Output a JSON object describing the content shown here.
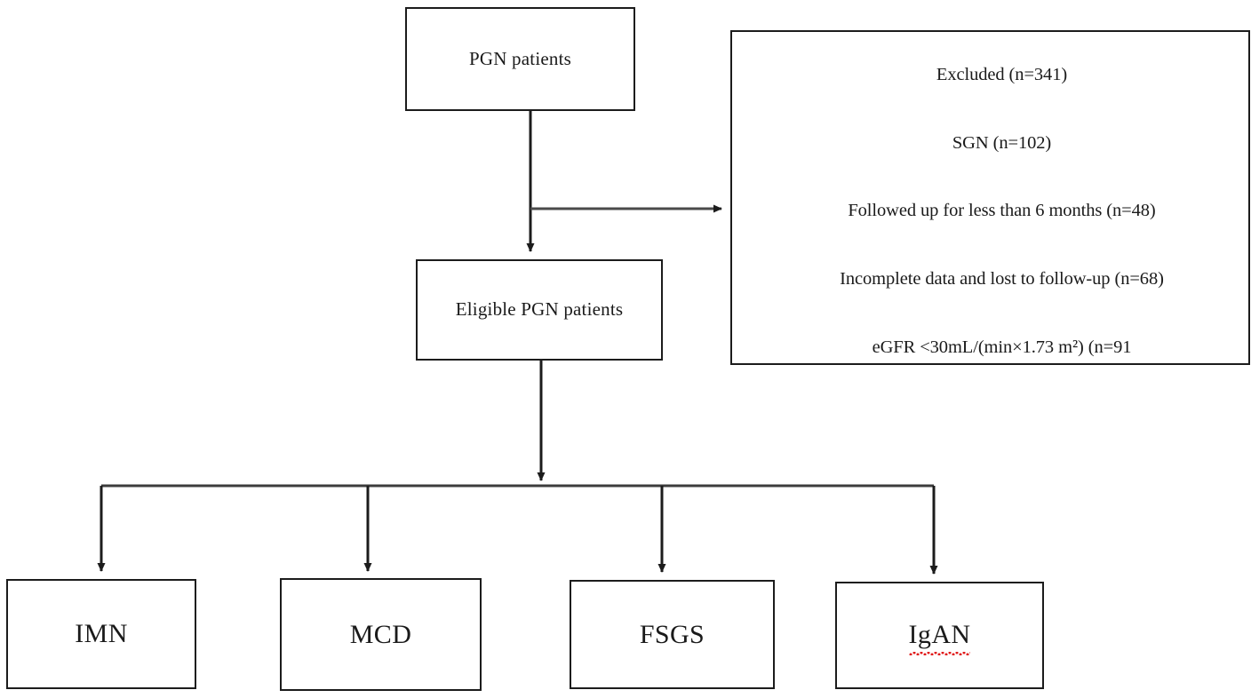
{
  "diagram": {
    "type": "flowchart",
    "title": "PGN patient selection flowchart",
    "nodes": {
      "pgn": {
        "label": "PGN patients"
      },
      "eligible": {
        "label": "Eligible PGN patients"
      },
      "exclusion": {
        "items": [
          "Excluded (n=341)",
          "SGN (n=102)",
          "Followed up for less than 6 months (n=48)",
          "Incomplete data and lost to follow-up    (n=68)",
          "eGFR <30mL/(min×1.73 m²) (n=91"
        ]
      },
      "leaves": [
        {
          "label": "IMN"
        },
        {
          "label": "MCD"
        },
        {
          "label": "FSGS"
        },
        {
          "label": "IgAN"
        }
      ]
    },
    "colors": {
      "border": "#1c1c1c",
      "text": "#1a1a1a",
      "background": "#ffffff",
      "spellcheck_underline": "#e01b1b"
    }
  }
}
